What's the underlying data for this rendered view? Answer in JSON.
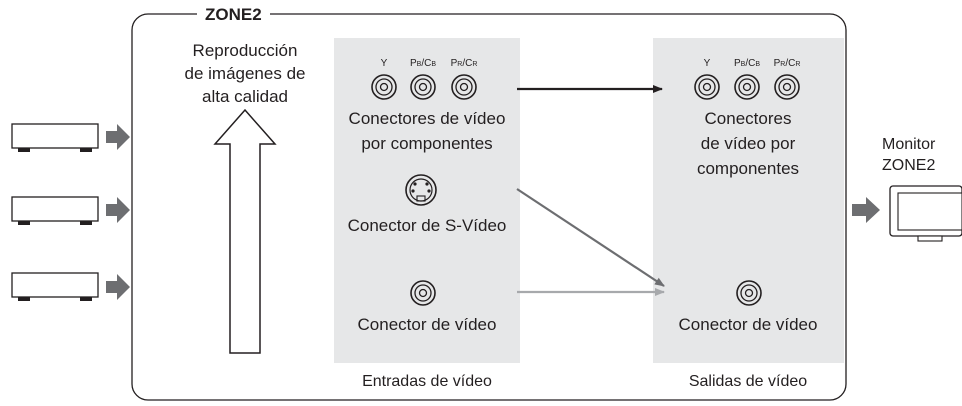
{
  "zone_label": "ZONE2",
  "quality_note": [
    "Reproducción",
    "de imágenes de",
    "alta calidad"
  ],
  "inputs": {
    "title": "Entradas de vídeo",
    "component_label": [
      "Conectores de vídeo",
      "por componentes"
    ],
    "svideo_label": "Conector de S-Vídeo",
    "composite_label": "Conector de vídeo"
  },
  "outputs": {
    "title": "Salidas de vídeo",
    "component_label": [
      "Conectores",
      "de vídeo por",
      "componentes"
    ],
    "composite_label": "Conector de vídeo"
  },
  "jack_labels": {
    "y": "Y",
    "pb": {
      "main": "P",
      "sub": "B",
      "sep": "/C",
      "sub2": "B"
    },
    "pr": {
      "main": "P",
      "sub": "R",
      "sep": "/C",
      "sub2": "R"
    }
  },
  "monitor_label": [
    "Monitor",
    "ZONE2"
  ],
  "source_devices": [
    "player-1",
    "player-2",
    "player-3"
  ],
  "colors": {
    "panel": "#e6e7e8",
    "line": "#231f20",
    "arrow_black": "#231f20",
    "arrow_dark_gray": "#6d6e71",
    "arrow_light_gray": "#a7a9ac",
    "device_arrow": "#6d6e71"
  },
  "icons": [
    "rca-jack-icon",
    "s-video-jack-icon",
    "video-player-icon",
    "monitor-icon",
    "arrow-icon"
  ]
}
